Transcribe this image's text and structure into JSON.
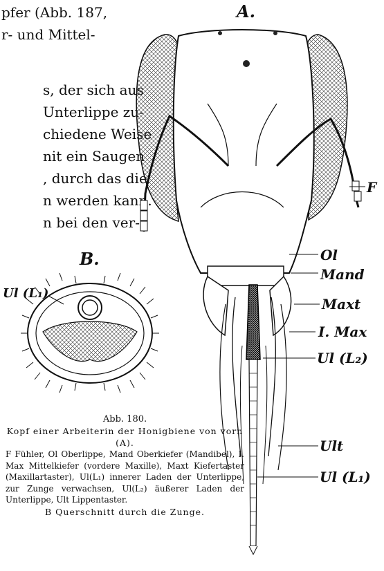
{
  "text_lines": [
    "pfer (Abb. 187,",
    "r- und Mittel-",
    "s, der sich aus",
    "Unterlippe zu-",
    "chiedene Weise",
    "nit ein Saugen",
    ", durch das die",
    "n werden kann.",
    "n bei den ver-"
  ],
  "figure_labels": {
    "A": "A.",
    "B": "B.",
    "F": "F",
    "Ol": "Ol",
    "Mand": "Mand",
    "Maxt": "Maxt",
    "IMax": "I. Max",
    "UlL2": "Ul (L₂)",
    "Ult": "Ult",
    "UlL1": "Ul (L₁)",
    "B_UlL1": "Ul (L₁)"
  },
  "caption": {
    "number": "Abb. 180.",
    "heading": "Kopf einer Arbeiterin der Honigbiene von vorn (A).",
    "legend": "F Fühler, Ol Oberlippe, Mand Oberkiefer (Mandibel), I. Max Mittelkiefer (vordere Maxille), Maxt Kiefertaster (Maxillartaster), Ul(L₁) innerer Laden der Unterlippe, zur Zunge verwachsen, Ul(L₂) äußerer Laden der Unterlippe, Ult Lippentaster.",
    "sub": "B Querschnitt durch die Zunge."
  }
}
